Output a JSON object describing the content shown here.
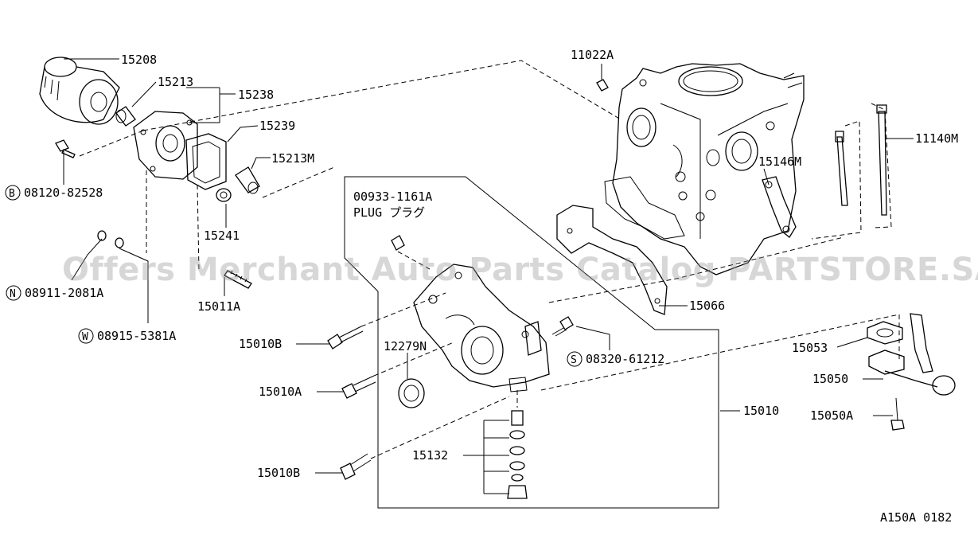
{
  "labels": {
    "p15208": "15208",
    "p15213": "15213",
    "p15238": "15238",
    "p15239": "15239",
    "p15213M": "15213M",
    "p08120": "08120-82528",
    "p15241": "15241",
    "p08911": "08911-2081A",
    "p15011A": "15011A",
    "p08915": "08915-5381A",
    "p11022A": "11022A",
    "p11140M": "11140M",
    "p15146M": "15146M",
    "p00933": "00933-1161A",
    "plug": "PLUG プラグ",
    "p15066": "15066",
    "p15010B_top": "15010B",
    "p12279N": "12279N",
    "p08320": "08320-61212",
    "p15053": "15053",
    "p15050": "15050",
    "p15010A": "15010A",
    "p15010": "15010",
    "p15050A": "15050A",
    "p15132": "15132",
    "p15010B_bottom": "15010B",
    "diagram_code": "A150A 0182"
  },
  "prefix": {
    "B": "B",
    "N": "N",
    "W": "W",
    "S": "S"
  },
  "watermark": "Offers Merchant Auto Parts Catalog PARTSTORE.SA"
}
